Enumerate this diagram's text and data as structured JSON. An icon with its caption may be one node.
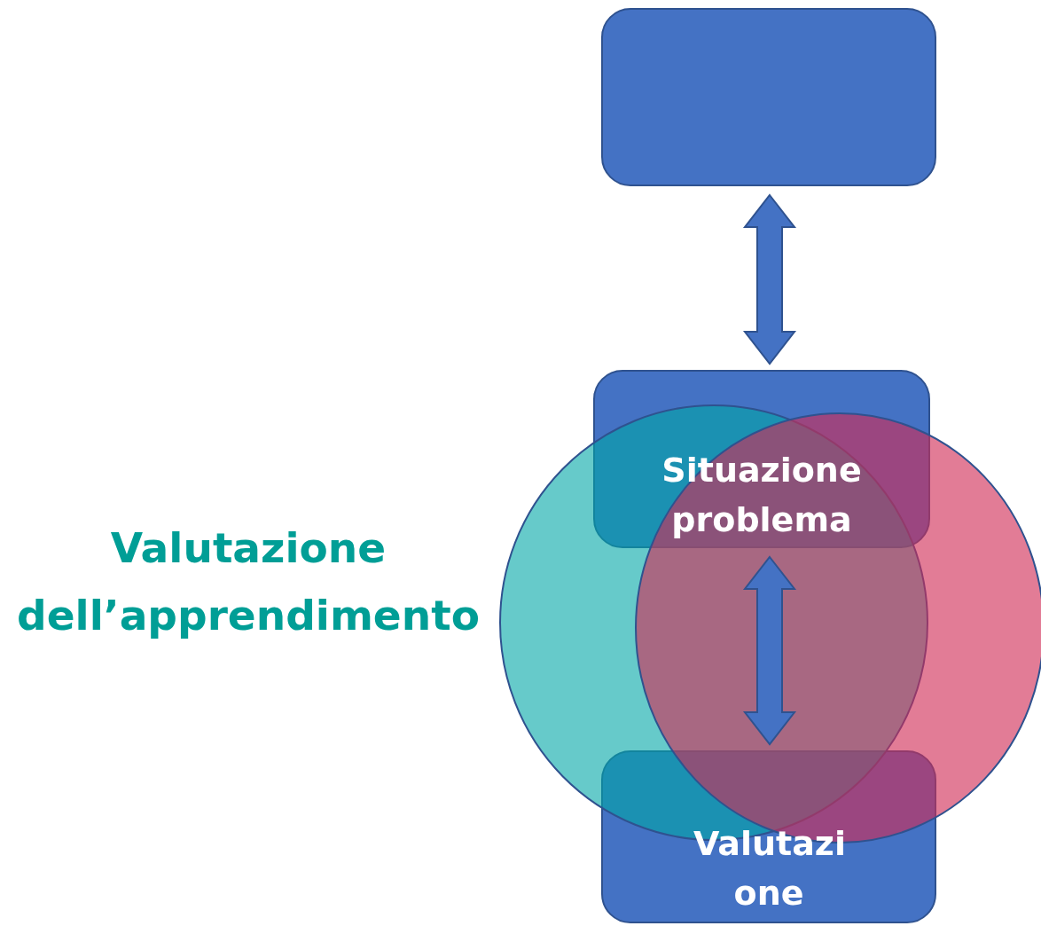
{
  "diagram": {
    "nodes": [
      {
        "text": [],
        "shape": "box"
      },
      {
        "text": [
          "Situazione problema"
        ]
      },
      {
        "text": [
          "Valutazi one"
        ]
      },
      {
        "text": [],
        "shape": "circle"
      },
      {
        "text": [],
        "shape": "circle"
      }
    ],
    "edges": [
      {
        "from": 0,
        "to": 1,
        "arrow": "both",
        "style": "thick"
      },
      {
        "from": 1,
        "to": 2,
        "arrow": "both",
        "style": "thick"
      }
    ],
    "labels": [
      "Valutazione dell’apprendimento"
    ]
  }
}
